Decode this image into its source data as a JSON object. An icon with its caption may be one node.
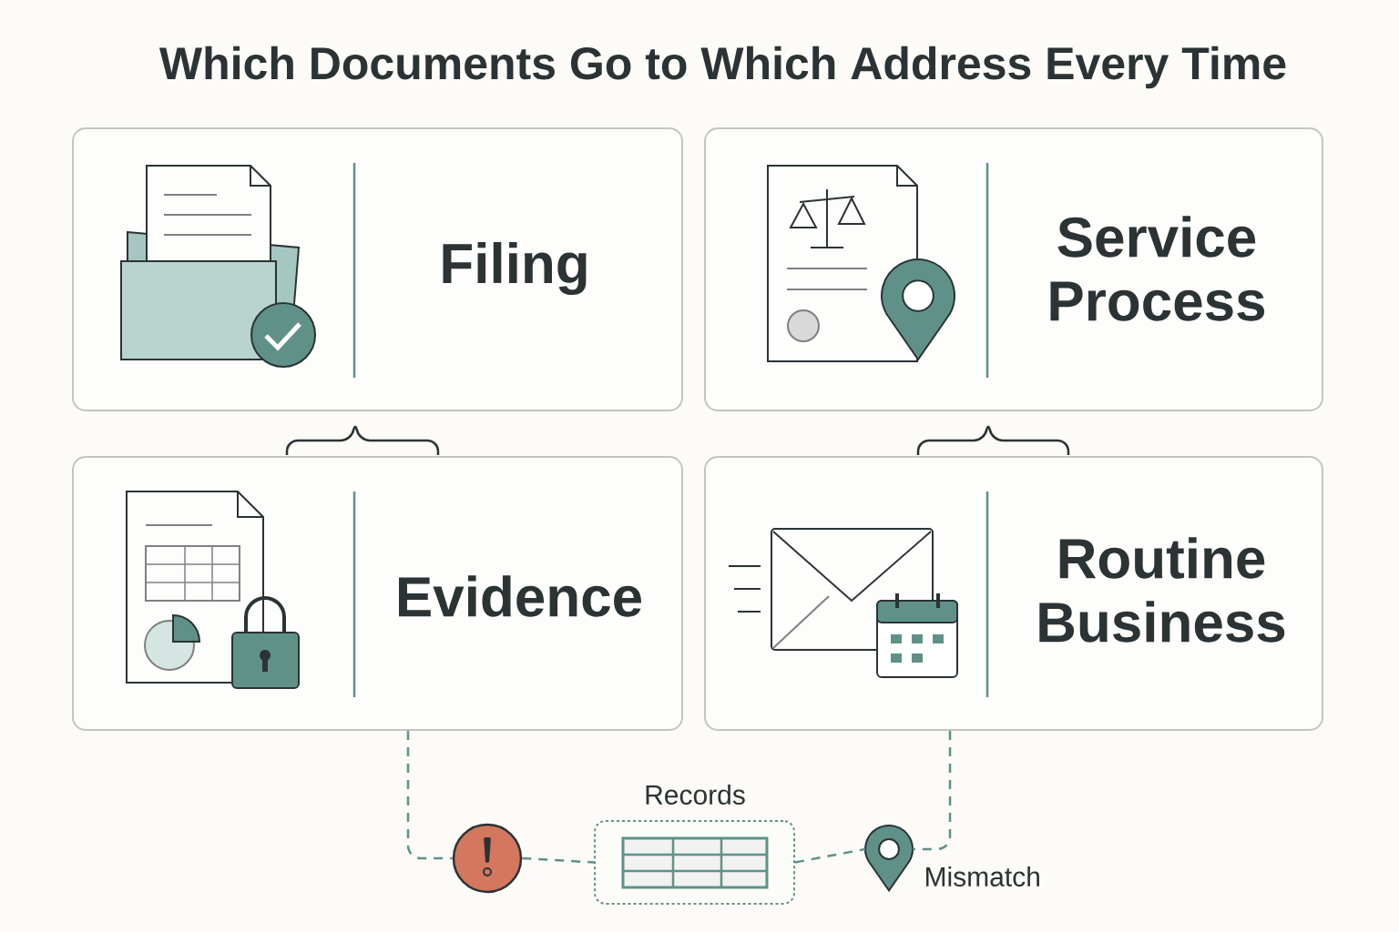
{
  "diagram": {
    "title": "Which Documents Go to Which Address Every Time",
    "nodes": [
      {
        "text": [
          "Filing"
        ]
      },
      {
        "text": [
          "Service Process"
        ]
      },
      {
        "text": [
          "Evidence"
        ]
      },
      {
        "text": [
          "Routine Business"
        ]
      },
      {
        "text": [],
        "shape": "circle"
      },
      {
        "text": [
          "Records"
        ]
      },
      {
        "text": [],
        "shape": "pin",
        "beside": [
          "Mismatch"
        ]
      }
    ],
    "edges": [
      {
        "from": 2,
        "to": 4,
        "arrow": "none",
        "style": "dashed"
      },
      {
        "from": 4,
        "to": 5,
        "arrow": "none",
        "style": "dashed"
      },
      {
        "from": 5,
        "to": 6,
        "arrow": "none",
        "style": "dashed"
      },
      {
        "from": 3,
        "to": 6,
        "arrow": "none",
        "style": "dashed"
      }
    ]
  }
}
